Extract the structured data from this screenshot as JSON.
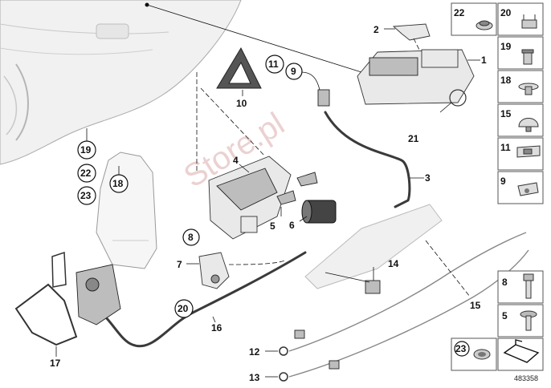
{
  "diagram": {
    "id": "483358",
    "watermark": "Store.pl",
    "callouts": [
      "1",
      "2",
      "3",
      "4",
      "5",
      "6",
      "7",
      "8",
      "9",
      "10",
      "11",
      "12",
      "13",
      "14",
      "15",
      "16",
      "17",
      "18",
      "19",
      "20",
      "21",
      "22",
      "23"
    ],
    "ringed_callouts": [
      "8",
      "9",
      "11",
      "18",
      "19",
      "20",
      "22",
      "23"
    ],
    "side_panel": [
      {
        "label": "22",
        "icon": "grommet-icon"
      },
      {
        "label": "20",
        "icon": "clip-icon"
      },
      {
        "label": "19",
        "icon": "spreader-nut-icon"
      },
      {
        "label": "18",
        "icon": "expanding-rivet-icon"
      },
      {
        "label": "15",
        "icon": "push-button-cap-icon"
      },
      {
        "label": "11",
        "icon": "bracket-clip-icon"
      },
      {
        "label": "9",
        "icon": "plug-cap-icon"
      },
      {
        "label": "8",
        "icon": "hex-bolt-icon"
      },
      {
        "label": "5",
        "icon": "flange-screw-icon"
      },
      {
        "label": "23",
        "icon": "cable-grommet-icon"
      },
      {
        "label": "",
        "icon": "wrench-symbol-icon"
      }
    ]
  }
}
